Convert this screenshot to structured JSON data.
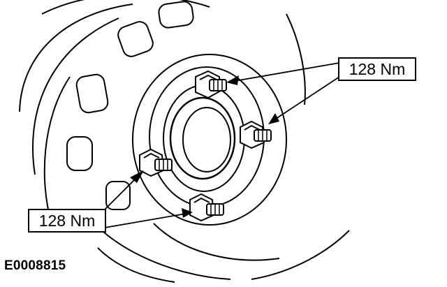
{
  "labels": {
    "torque_top": "128 Nm",
    "torque_bottom": "128 Nm"
  },
  "figure_code": "E0008815",
  "colors": {
    "ink": "#000000",
    "paper": "#ffffff"
  }
}
